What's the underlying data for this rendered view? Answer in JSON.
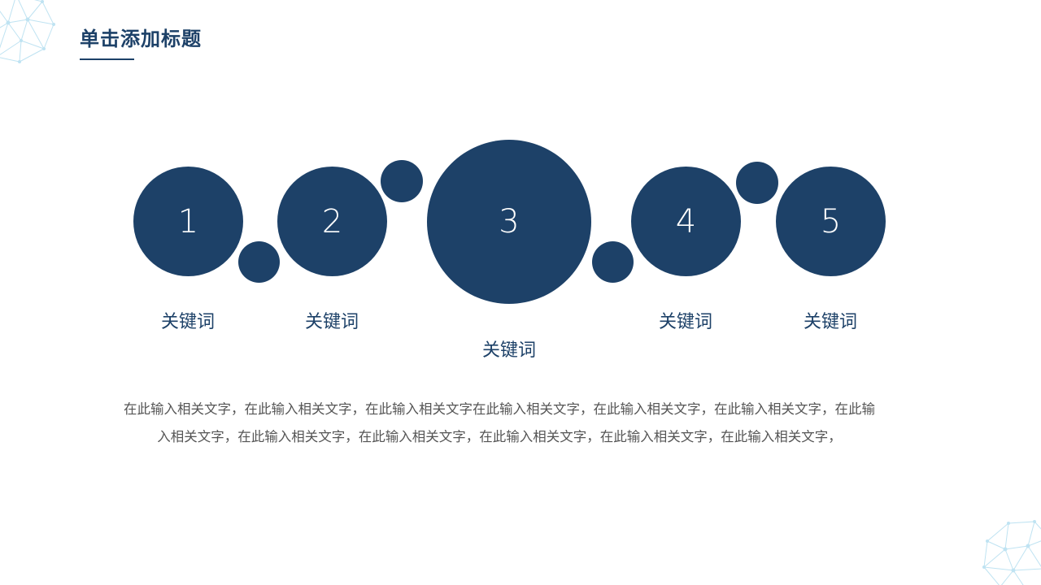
{
  "slide": {
    "title": "单击添加标题",
    "colors": {
      "primary": "#1d4168",
      "text": "#555555",
      "decoration": "#bfe3f2"
    },
    "steps": [
      {
        "number": "1",
        "keyword": "关键词"
      },
      {
        "number": "2",
        "keyword": "关键词"
      },
      {
        "number": "3",
        "keyword": "关键词"
      },
      {
        "number": "4",
        "keyword": "关键词"
      },
      {
        "number": "5",
        "keyword": "关键词"
      }
    ],
    "body_text": "在此输入相关文字，在此输入相关文字，在此输入相关文字在此输入相关文字，在此输入相关文字，在此输入相关文字，在此输入相关文字，在此输入相关文字，在此输入相关文字，在此输入相关文字，在此输入相关文字，在此输入相关文字，",
    "decorations": [
      "network-mesh-icon",
      "network-mesh-icon"
    ]
  }
}
